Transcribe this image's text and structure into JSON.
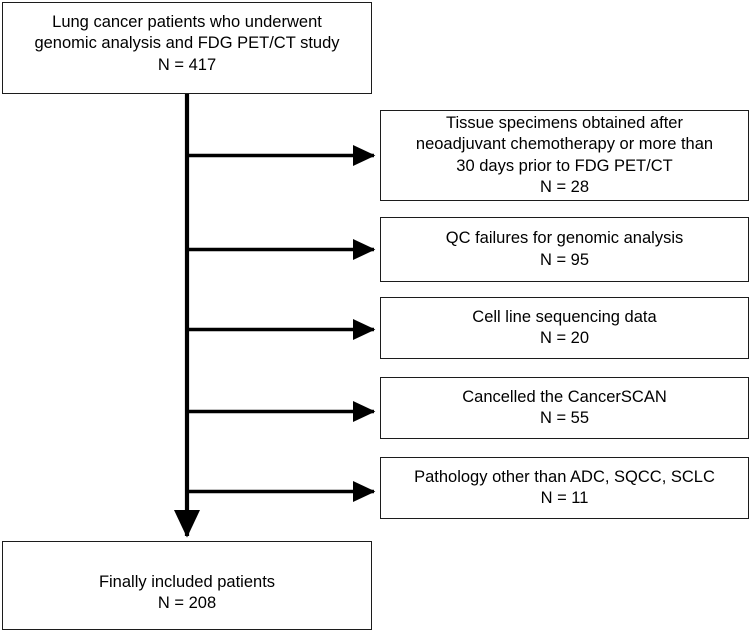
{
  "diagram": {
    "type": "patient-selection-flowchart",
    "accent_color": "#1c1c1c",
    "background_color": "#ffffff",
    "source_node": {
      "label": "Lung cancer patients who underwent genomic analysis and FDG PET/CT study",
      "lines": [
        "Lung cancer patients who underwent",
        "genomic analysis and FDG PET/CT study",
        "N = 417"
      ],
      "count_label": "N = 417",
      "count": 417
    },
    "exclusions": [
      {
        "id": "neoadjuvant-timing",
        "lines": [
          "Tissue specimens obtained after",
          "neoadjuvant chemotherapy or more than",
          "30 days prior to FDG PET/CT",
          "N = 28"
        ],
        "count_label": "N = 28",
        "count": 28
      },
      {
        "id": "qc-failure",
        "lines": [
          "QC failures for genomic analysis",
          "N = 95"
        ],
        "count_label": "N = 95",
        "count": 95
      },
      {
        "id": "cell-line-data",
        "lines": [
          "Cell line sequencing data",
          "N = 20"
        ],
        "count_label": "N = 20",
        "count": 20
      },
      {
        "id": "cancelled-cancerscan",
        "lines": [
          "Cancelled the CancerSCAN",
          "N = 55"
        ],
        "count_label": "N = 55",
        "count": 55
      },
      {
        "id": "other-pathology",
        "lines": [
          "Pathology other than ADC, SQCC, SCLC",
          "N = 11"
        ],
        "count_label": "N = 11",
        "count": 11
      }
    ],
    "result_node": {
      "label": "Finally included patients",
      "lines": [
        "Finally included patients",
        "N = 208"
      ],
      "count_label": "N = 208",
      "count": 208
    }
  }
}
